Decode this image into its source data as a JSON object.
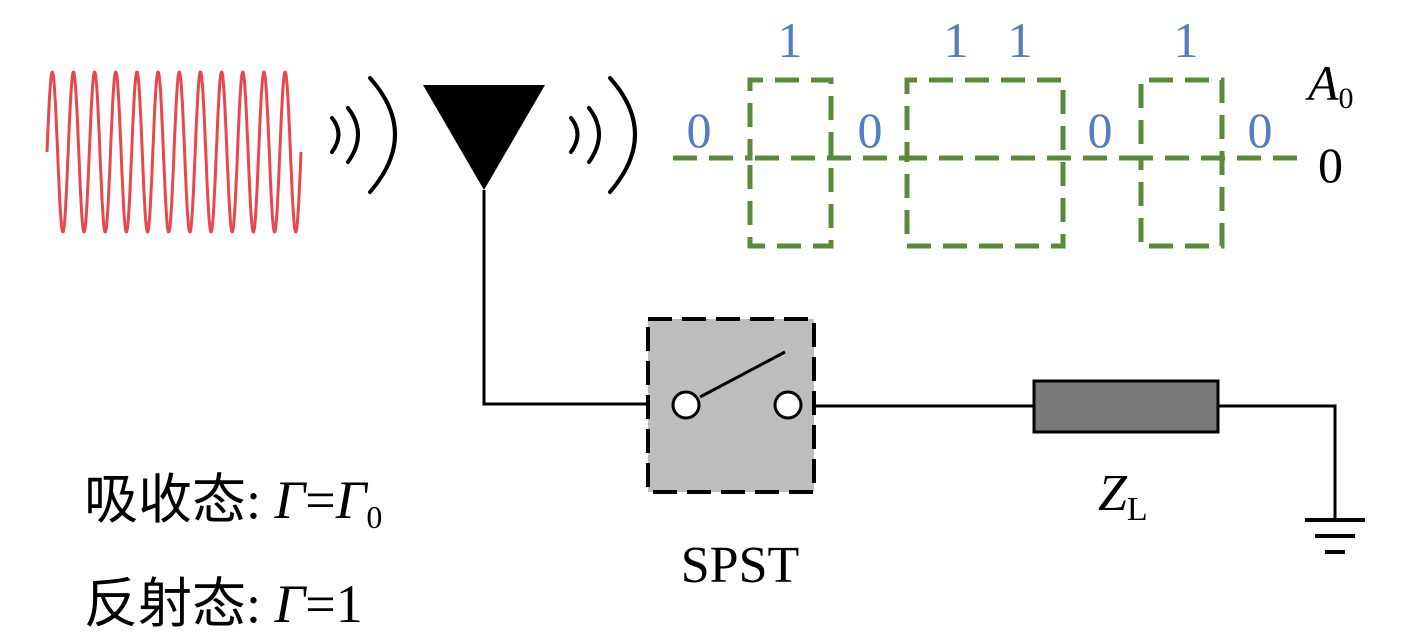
{
  "colors": {
    "carrier_wave": "#e8474c",
    "bit_waveform": "#5b8a3a",
    "bit_label": "#4f7ec2",
    "switch_box_fill": "#bdbdbd",
    "load_fill": "#7a7a7a"
  },
  "icons": {
    "antenna": "antenna-icon",
    "incoming_waves": "radio-wave-icon",
    "outgoing_waves": "radio-wave-icon",
    "ground": "ground-icon"
  },
  "waveform": {
    "bits": [
      "0",
      "1",
      "0",
      "1",
      "1",
      "0",
      "1",
      "0"
    ],
    "level_high_label": {
      "base": "A",
      "sub": "0"
    },
    "level_zero_label": "0"
  },
  "switch": {
    "label": "SPST"
  },
  "load": {
    "label": {
      "base": "Z",
      "sub": "L"
    }
  },
  "states": {
    "absorb": {
      "name": "吸收态",
      "sep": ": ",
      "symbol": "Γ",
      "eq": "=",
      "value_base": "Γ",
      "value_sub": "0"
    },
    "reflect": {
      "name": "反射态",
      "sep": ": ",
      "symbol": "Γ",
      "eq": "=",
      "value": "1"
    }
  }
}
